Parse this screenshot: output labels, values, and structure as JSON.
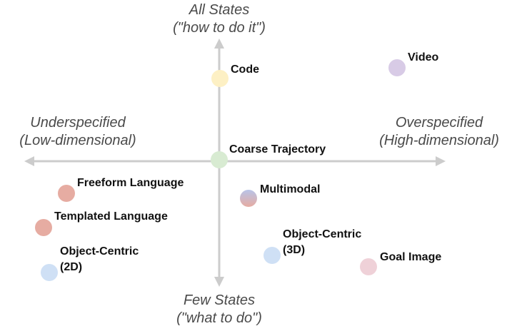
{
  "axes": {
    "top": {
      "line1": "All States",
      "line2": "(\"how to do it\")"
    },
    "bottom": {
      "line1": "Few States",
      "line2": "(\"what to do\")"
    },
    "left": {
      "line1": "Underspecified",
      "line2": "(Low-dimensional)"
    },
    "right": {
      "line1": "Overspecified",
      "line2": "(High-dimensional)"
    }
  },
  "colors": {
    "axis": "#cccccc",
    "code": "#fdf0c4",
    "video": "#d8cbe6",
    "coarse_trajectory": "#d8ebd2",
    "freeform_language": "#e6aca2",
    "templated_language": "#e6aca2",
    "multimodal_top": "#b8c4e8",
    "multimodal_bottom": "#e6aca2",
    "object_centric_2d": "#cfe0f5",
    "object_centric_3d": "#cfe0f5",
    "goal_image": "#efd1d8"
  },
  "points": {
    "code": "Code",
    "video": "Video",
    "coarse_trajectory": "Coarse Trajectory",
    "freeform_language": "Freeform Language",
    "templated_language": "Templated Language",
    "multimodal": "Multimodal",
    "object_centric_3d": {
      "line1": "Object-Centric",
      "line2": "(3D)"
    },
    "object_centric_2d": {
      "line1": "Object-Centric",
      "line2": "(2D)"
    },
    "goal_image": "Goal Image"
  }
}
